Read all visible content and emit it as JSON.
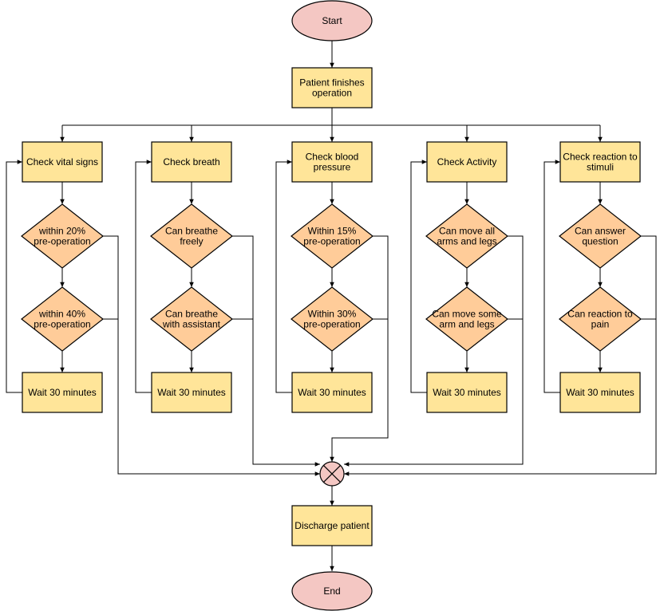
{
  "start_label": "Start",
  "end_label": "End",
  "operation_box": [
    "Patient finishes",
    "operation"
  ],
  "discharge_box": "Discharge patient",
  "columns": [
    {
      "check": [
        "Check vital signs"
      ],
      "decision1": [
        "within 20%",
        "pre-operation"
      ],
      "decision2": [
        "within 40%",
        "pre-operation"
      ],
      "wait": "Wait 30 minutes"
    },
    {
      "check": [
        "Check breath"
      ],
      "decision1": [
        "Can breathe",
        "freely"
      ],
      "decision2": [
        "Can breathe",
        "with assistant"
      ],
      "wait": "Wait 30 minutes"
    },
    {
      "check": [
        "Check blood",
        "pressure"
      ],
      "decision1": [
        "Within 15%",
        "pre-operation"
      ],
      "decision2": [
        "Within 30%",
        "pre-operation"
      ],
      "wait": "Wait 30 minutes"
    },
    {
      "check": [
        "Check Activity"
      ],
      "decision1": [
        "Can move all",
        "arms and legs"
      ],
      "decision2": [
        "Can move some",
        "arm and legs"
      ],
      "wait": "Wait 30 minutes"
    },
    {
      "check": [
        "Check reaction to",
        "stimuli"
      ],
      "decision1": [
        "Can answer",
        "question"
      ],
      "decision2": [
        "Can reaction to",
        "pain"
      ],
      "wait": "Wait 30 minutes"
    }
  ]
}
